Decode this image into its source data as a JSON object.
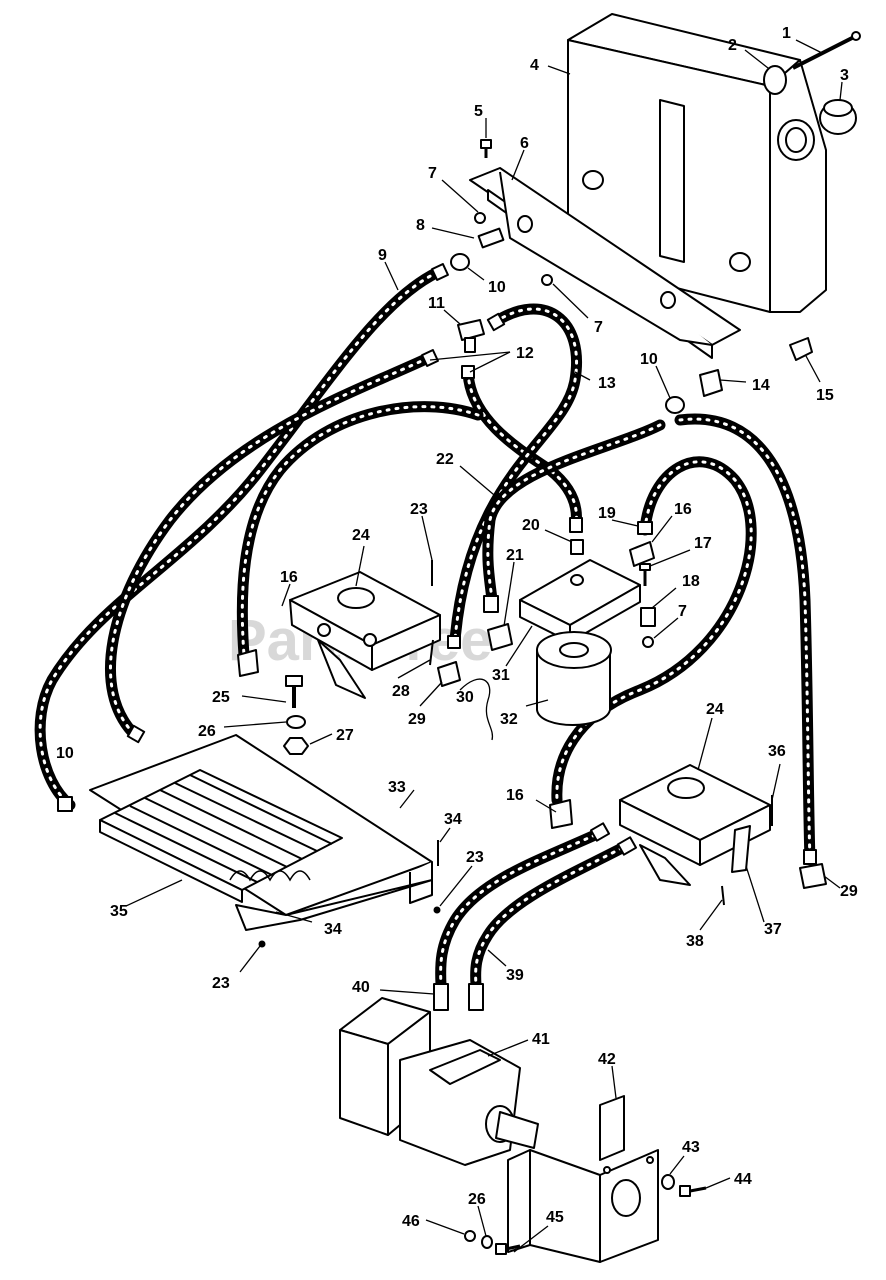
{
  "watermark": "PartsTree",
  "callouts": [
    "1",
    "2",
    "3",
    "4",
    "5",
    "6",
    "7",
    "8",
    "9",
    "10",
    "11",
    "12",
    "13",
    "14",
    "15",
    "16",
    "17",
    "18",
    "19",
    "20",
    "21",
    "22",
    "23",
    "24",
    "25",
    "26",
    "27",
    "28",
    "29",
    "30",
    "31",
    "32",
    "33",
    "34",
    "35",
    "36",
    "37",
    "38",
    "39",
    "40",
    "41",
    "42",
    "43",
    "44",
    "45",
    "46"
  ]
}
